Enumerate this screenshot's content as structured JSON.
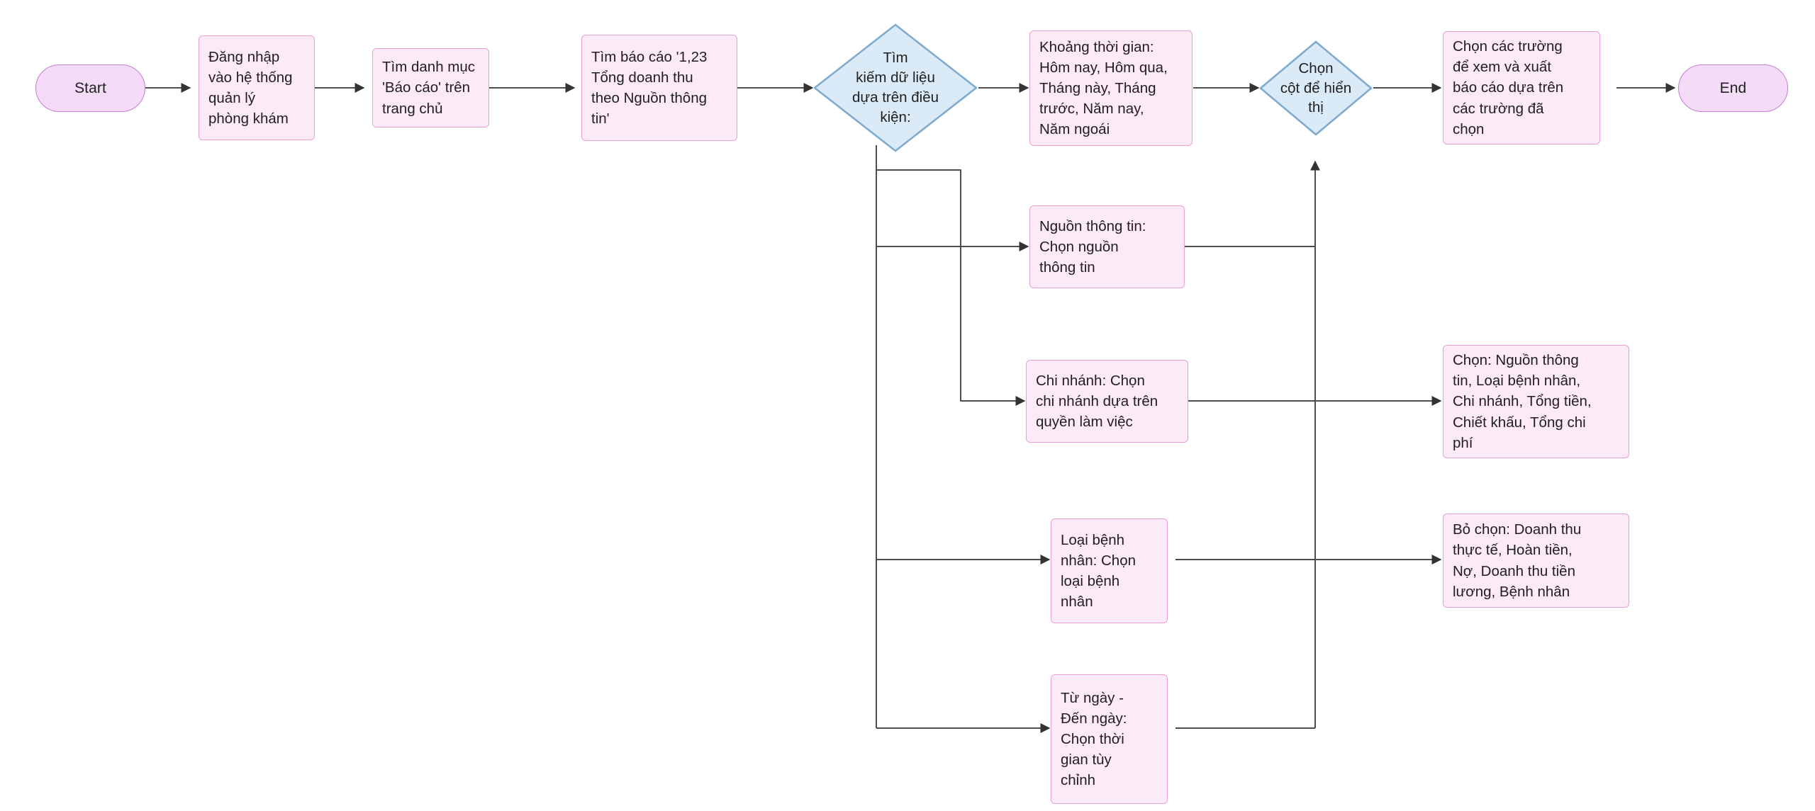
{
  "diagram": {
    "title": "Quy trinh bao cao tong doanh thu theo nguon thong tin",
    "colors": {
      "process_fill": "#fdeaf7",
      "process_stroke": "#e8a0d4",
      "decision_fill": "#dbeaf7",
      "decision_stroke": "#7eabcf",
      "terminator_fill": "#f4dbf8",
      "terminator_stroke": "#c57fd4",
      "edge_stroke": "#4d4d4d",
      "text": "#1f1f1f",
      "background": "#ffffff"
    }
  },
  "nodes": {
    "start": {
      "label": "Start",
      "type": "terminator"
    },
    "login": {
      "label": "Đăng nhập\nvào hệ thống\nquản lý\nphòng khám",
      "type": "process"
    },
    "find_menu": {
      "label": "Tìm danh mục\n'Báo cáo' trên\ntrang chủ",
      "type": "process"
    },
    "find_report": {
      "label": "Tìm báo cáo '1,23\nTổng doanh thu\ntheo Nguồn thông\ntin'",
      "type": "process"
    },
    "search_decision": {
      "label": "Tìm\nkiếm dữ liệu\ndựa trên điều\nkiện:",
      "type": "decision"
    },
    "time_range": {
      "label": "Khoảng thời gian:\nHôm nay, Hôm qua,\nTháng này, Tháng\ntrước, Năm nay,\nNăm ngoái",
      "type": "process"
    },
    "info_source": {
      "label": "Nguồn thông tin:\nChọn nguồn\nthông tin",
      "type": "process"
    },
    "branch": {
      "label": "Chi nhánh: Chọn\nchi nhánh dựa trên\nquyền làm việc",
      "type": "process"
    },
    "patient_type": {
      "label": "Loại bệnh\nnhân: Chọn\nloại bệnh\nnhân",
      "type": "process"
    },
    "date_range": {
      "label": "Từ ngày -\nĐến ngày:\nChọn thời\ngian tùy\nchỉnh",
      "type": "process"
    },
    "column_decision": {
      "label": "Chọn\ncột để hiển\nthị",
      "type": "decision"
    },
    "select_fields": {
      "label": "Chọn các trường\nđể xem và xuất\nbáo cáo dựa trên\ncác trường đã\nchọn",
      "type": "process"
    },
    "columns_select": {
      "label": "Chọn: Nguồn thông\ntin, Loại bệnh nhân,\nChi nhánh, Tổng tiền,\nChiết khấu, Tổng chi\nphí",
      "type": "process"
    },
    "columns_deselect": {
      "label": "Bỏ chọn: Doanh thu\nthực tế, Hoàn tiền,\nNợ, Doanh thu tiền\nlương, Bệnh nhân",
      "type": "process"
    },
    "end": {
      "label": "End",
      "type": "terminator"
    }
  },
  "edges": [
    {
      "from": "start",
      "to": "login"
    },
    {
      "from": "login",
      "to": "find_menu"
    },
    {
      "from": "find_menu",
      "to": "find_report"
    },
    {
      "from": "find_report",
      "to": "search_decision"
    },
    {
      "from": "search_decision",
      "to": "time_range"
    },
    {
      "from": "search_decision",
      "to": "info_source"
    },
    {
      "from": "search_decision",
      "to": "branch"
    },
    {
      "from": "search_decision",
      "to": "patient_type"
    },
    {
      "from": "search_decision",
      "to": "date_range"
    },
    {
      "from": "time_range",
      "to": "column_decision"
    },
    {
      "from": "info_source",
      "to": "column_decision"
    },
    {
      "from": "branch",
      "to": "column_decision"
    },
    {
      "from": "patient_type",
      "to": "column_decision"
    },
    {
      "from": "date_range",
      "to": "column_decision"
    },
    {
      "from": "branch",
      "to": "columns_select"
    },
    {
      "from": "patient_type",
      "to": "columns_deselect"
    },
    {
      "from": "column_decision",
      "to": "select_fields"
    },
    {
      "from": "select_fields",
      "to": "end"
    }
  ]
}
